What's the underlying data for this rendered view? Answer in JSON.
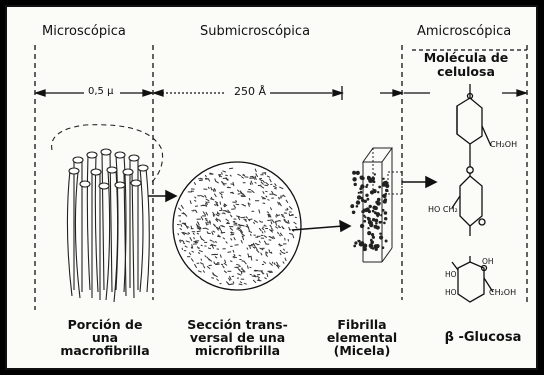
{
  "headers": {
    "microscopic": "Microscópica",
    "submicroscopic": "Submicroscópica",
    "amicroscopic": "Amicroscópica"
  },
  "molecule_label": [
    "Molécula de",
    "celulosa"
  ],
  "dimensions": {
    "macro_width": "0,5 μ",
    "micro_width": "250 Å"
  },
  "captions": {
    "macrofibril": [
      "Porción de",
      "una",
      "macrofibrilla"
    ],
    "cross_section": [
      "Sección trans-",
      "versal de una",
      "microfibrilla"
    ],
    "elementary_fibril": [
      "Fibrilla",
      "elemental",
      "(Micela)"
    ],
    "glucose": "β -Glucosa"
  },
  "chem_labels": {
    "ch2oh_top": "CH₂OH",
    "hoch2": "HO CH₂",
    "ho_1": "HO",
    "oh_1": "OH",
    "ho_2": "HO",
    "ch2oh_bottom": "CH₂OH"
  }
}
